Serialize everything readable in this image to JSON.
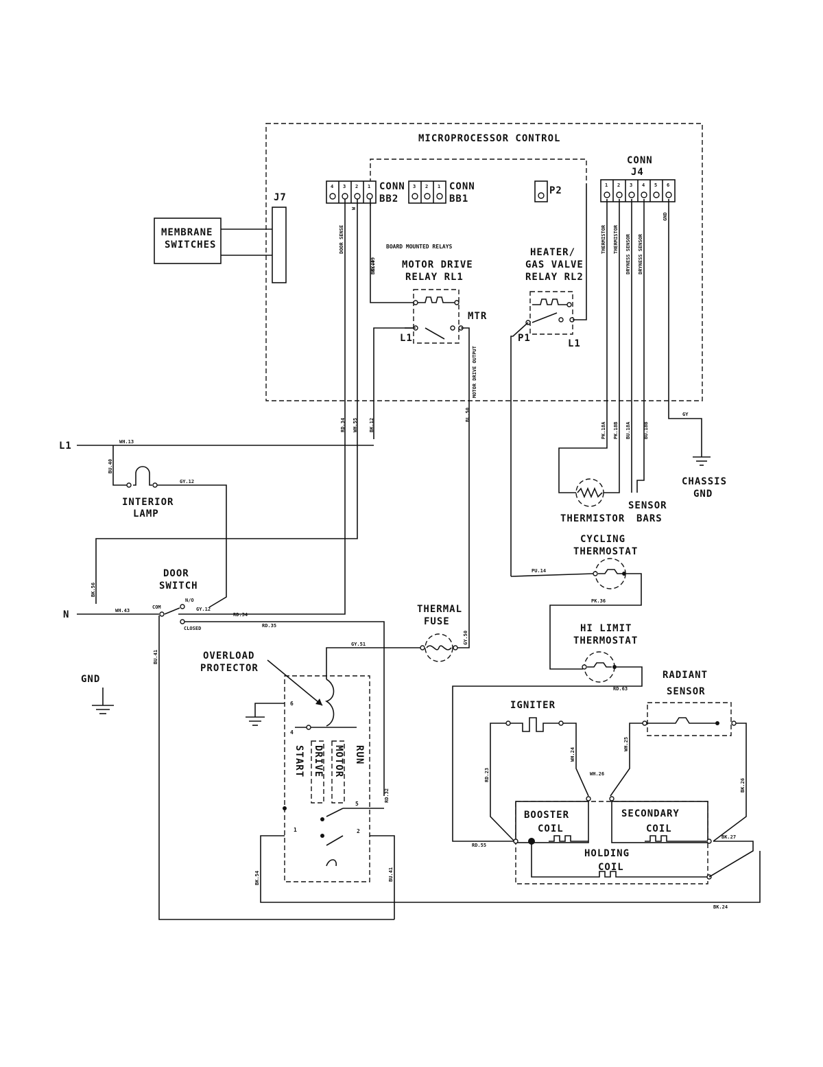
{
  "labels": {
    "microprocessor_control": "MICROPROCESSOR CONTROL",
    "conn_bb2": [
      "CONN",
      "BB2"
    ],
    "conn_bb1": [
      "CONN",
      "BB1"
    ],
    "p2": "P2",
    "conn_j4": [
      "CONN",
      "J4"
    ],
    "j7": "J7",
    "membrane_switches": [
      "MEMBRANE",
      "SWITCHES"
    ],
    "board_mounted_relays": "BOARD MOUNTED RELAYS",
    "motor_drive_relay": [
      "MOTOR DRIVE",
      "RELAY RL1"
    ],
    "heater_relay": [
      "HEATER/",
      "GAS VALVE",
      "RELAY RL2"
    ],
    "mtr": "MTR",
    "l1_left": "L1",
    "p1": "P1",
    "l1_right": "L1",
    "l1_supply": "L1",
    "n_supply": "N",
    "interior_lamp": [
      "INTERIOR",
      "LAMP"
    ],
    "door_switch": [
      "DOOR",
      "SWITCH"
    ],
    "gnd": "GND",
    "overload_protector": [
      "OVERLOAD",
      "PROTECTOR"
    ],
    "thermal_fuse": [
      "THERMAL",
      "FUSE"
    ],
    "thermistor": "THERMISTOR",
    "sensor_bars": [
      "SENSOR",
      "BARS"
    ],
    "chassis_gnd": [
      "CHASSIS",
      "GND"
    ],
    "cycling_thermostat": [
      "CYCLING",
      "THERMOSTAT"
    ],
    "hi_limit_thermostat": [
      "HI LIMIT",
      "THERMOSTAT"
    ],
    "radiant_sensor": [
      "RADIANT",
      "SENSOR"
    ],
    "igniter": "IGNITER",
    "booster_coil": [
      "BOOSTER",
      "COIL"
    ],
    "secondary_coil": [
      "SECONDARY",
      "COIL"
    ],
    "holding_coil": [
      "HOLDING",
      "COIL"
    ],
    "motor_windings": [
      "START",
      "DRIVE",
      "MOTOR",
      "RUN"
    ],
    "motor_terminals": [
      "6",
      "4",
      "5",
      "1",
      "2"
    ],
    "j4_signals": [
      "THERMISTOR",
      "THERMISTOR",
      "DRYNESS SENSOR",
      "DRYNESS SENSOR",
      "GND"
    ],
    "bb2_signals": [
      "DOOR SENSE",
      "W",
      "BK.49"
    ],
    "motor_output": "MOTOR DRIVE OUTPUT",
    "door_switch_contacts": [
      "COM",
      "N/O",
      "CLOSED"
    ],
    "bb2_pins": [
      "4",
      "3",
      "2",
      "1"
    ],
    "bb1_pins": [
      "3",
      "2",
      "1"
    ],
    "j4_pins": [
      "1",
      "2",
      "3",
      "4",
      "5",
      "6"
    ]
  },
  "wires": {
    "wh13": "WH.13",
    "bu40": "BU.40",
    "gy12a": "GY.12",
    "bk56": "BK.56",
    "wh43": "WH.43",
    "gy12b": "GY.12",
    "rd34a": "RD.34",
    "rd35": "RD.35",
    "bu41": "BU.41",
    "rd34b": "RD.34",
    "wh55": "WH.55",
    "bk12": "BK.12",
    "bk49": "BK.49",
    "bl50": "BL.50",
    "gy51": "GY.51",
    "gy50": "GY.50",
    "pk18a": "PK.18A",
    "pk18b": "PK.18B",
    "bu18a": "BU.18A",
    "bu18b": "BU.18B",
    "gy1": "GY",
    "pu14": "PU.14",
    "pk36": "PK.36",
    "rd63": "RD.63",
    "rd23": "RD.23",
    "wh24": "WH.24",
    "wh26": "WH.26",
    "wh25": "WH.25",
    "bk26": "BK.26",
    "rd55": "RD.55",
    "bk27": "BK.27",
    "bk24": "BK.24",
    "rd32": "RD.32",
    "bk54": "BK.54",
    "bu41b": "BU.41"
  }
}
